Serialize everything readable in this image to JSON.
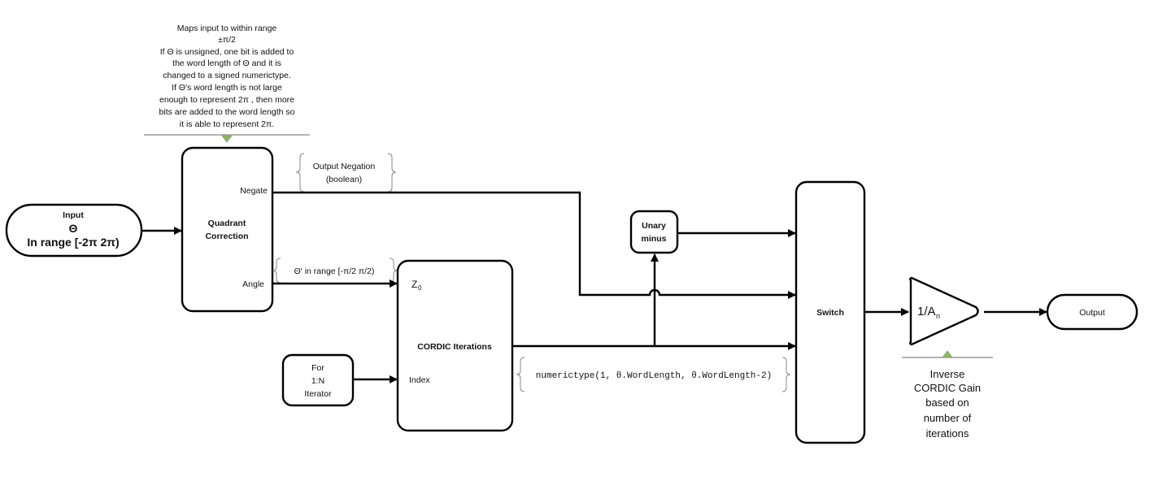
{
  "annotation_top": {
    "lines": [
      "Maps input to within range",
      "±π/2",
      "If Θ is unsigned, one bit is added to",
      "the word length of Θ and it is",
      "changed to a signed numerictype.",
      "If Θ's word length is not large",
      "enough to represent 2π , then more",
      "bits are added to the word length so",
      "it is able to represent 2π."
    ]
  },
  "input_block": {
    "label": "Input",
    "symbol": "Θ",
    "range": "In range [-2π 2π)"
  },
  "quadrant_block": {
    "title_line1": "Quadrant",
    "title_line2": "Correction",
    "port_negate": "Negate",
    "port_angle": "Angle"
  },
  "negation_note": {
    "line1": "Output Negation",
    "line2": "(boolean)"
  },
  "angle_note": "Θ' in range [-π/2 π/2)",
  "cordic_block": {
    "title": "CORDIC Iterations",
    "port_z": "Z",
    "port_z_sub": "0",
    "port_index": "Index"
  },
  "iterator_block": {
    "line1": "For",
    "line2": "1:N",
    "line3": "Iterator"
  },
  "numerictype_note": "numerictype(1, θ.WordLength, θ.WordLength-2)",
  "unary_block": {
    "line1": "Unary",
    "line2": "minus"
  },
  "switch_block": {
    "label": "Switch"
  },
  "gain_block": {
    "label": "1/A",
    "sub": "n"
  },
  "gain_note": {
    "lines": [
      "Inverse",
      "CORDIC Gain",
      "based on",
      "number of",
      "iterations"
    ]
  },
  "output_block": {
    "label": "Output"
  },
  "colors": {
    "marker_green": "#8db86a"
  }
}
